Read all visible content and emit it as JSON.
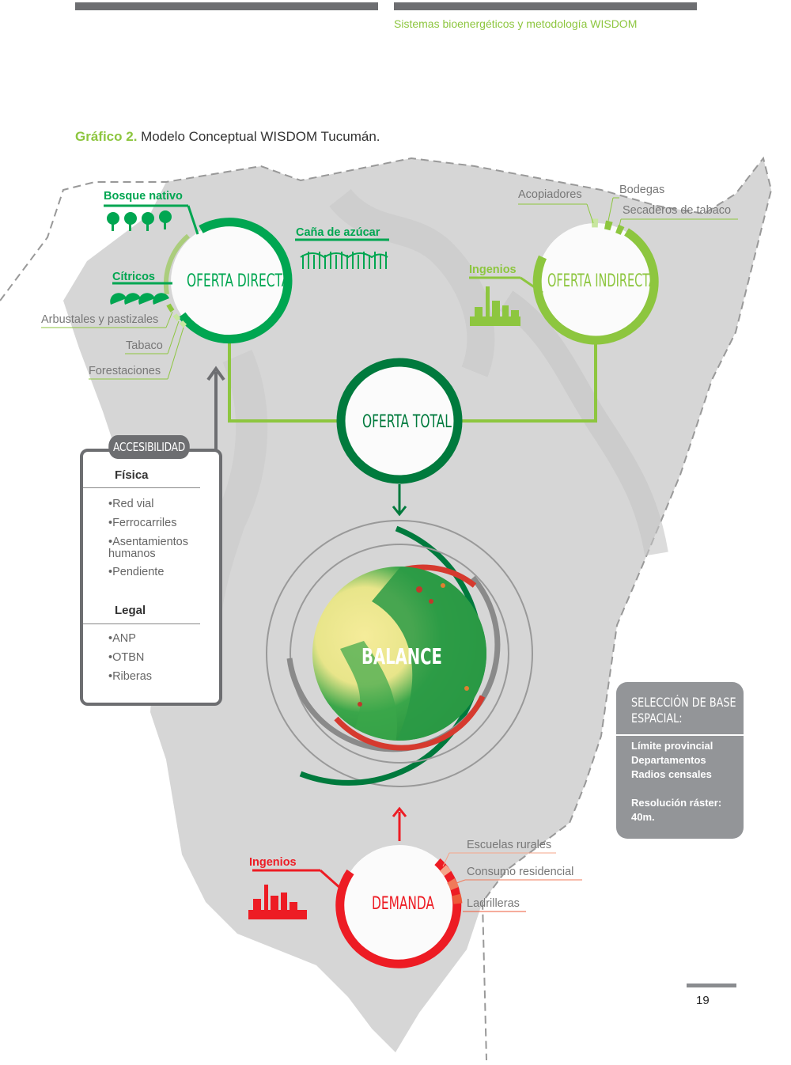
{
  "header": {
    "running_title": "Sistemas bioenergéticos y metodología WISDOM"
  },
  "caption": {
    "label": "Gráfico 2.",
    "text": " Modelo Conceptual WISDOM Tucumán."
  },
  "colors": {
    "green": "#00a651",
    "light_green": "#8dc63f",
    "dark_green": "#007a3d",
    "red": "#ed1c24",
    "gray": "#6d6e71",
    "map_gray": "#d4d4d4"
  },
  "oferta_directa": {
    "title": "OFERTA DIRECTA",
    "bosque": "Bosque nativo",
    "cana": "Caña de azúcar",
    "citricos": "Cítricos",
    "arbustales": "Arbustales y pastizales",
    "tabaco": "Tabaco",
    "forestaciones": "Forestaciones"
  },
  "oferta_indirecta": {
    "title": "OFERTA INDIRECTA",
    "acopiadores": "Acopiadores",
    "bodegas": "Bodegas",
    "secaderos": "Secaderos de tabaco",
    "ingenios": "Ingenios"
  },
  "oferta_total": {
    "title": "OFERTA TOTAL"
  },
  "balance": {
    "title": "BALANCE"
  },
  "demanda": {
    "title": "DEMANDA",
    "ingenios": "Ingenios",
    "escuelas": "Escuelas rurales",
    "consumo": "Consumo residencial",
    "ladrilleras": "Ladrilleras"
  },
  "accesibilidad": {
    "title": "ACCESIBILIDAD",
    "fisica_head": "Física",
    "fisica": [
      "Red vial",
      "Ferrocarriles",
      "Asentamientos humanos",
      "Pendiente"
    ],
    "legal_head": "Legal",
    "legal": [
      "ANP",
      "OTBN",
      "Riberas"
    ]
  },
  "seleccion": {
    "title": "SELECCIÓN DE BASE ESPACIAL:",
    "items": [
      "Límite provincial",
      "Departamentos",
      "Radios censales"
    ],
    "resolucion": "Resolución ráster: 40m."
  },
  "page_number": "19"
}
